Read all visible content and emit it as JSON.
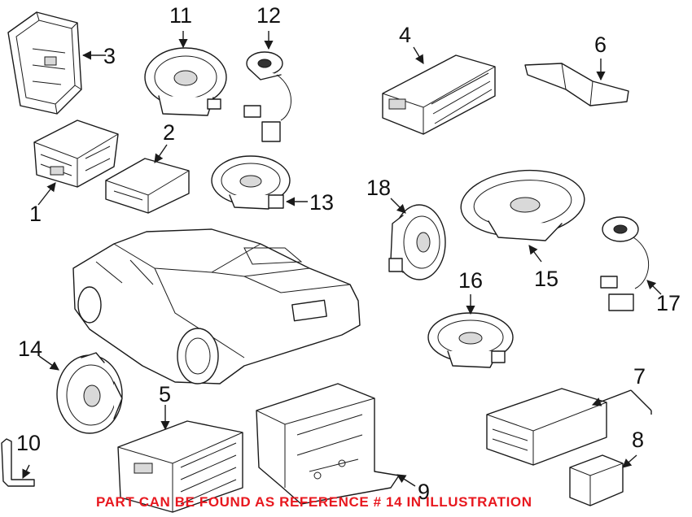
{
  "diagram": {
    "callouts": [
      {
        "id": "1",
        "label": "1"
      },
      {
        "id": "2",
        "label": "2"
      },
      {
        "id": "3",
        "label": "3"
      },
      {
        "id": "4",
        "label": "4"
      },
      {
        "id": "5",
        "label": "5"
      },
      {
        "id": "6",
        "label": "6"
      },
      {
        "id": "7",
        "label": "7"
      },
      {
        "id": "8",
        "label": "8"
      },
      {
        "id": "9",
        "label": "9"
      },
      {
        "id": "10",
        "label": "10"
      },
      {
        "id": "11",
        "label": "11"
      },
      {
        "id": "12",
        "label": "12"
      },
      {
        "id": "13",
        "label": "13"
      },
      {
        "id": "14",
        "label": "14"
      },
      {
        "id": "15",
        "label": "15"
      },
      {
        "id": "16",
        "label": "16"
      },
      {
        "id": "17",
        "label": "17"
      },
      {
        "id": "18",
        "label": "18"
      }
    ],
    "note": "PART CAN BE FOUND AS REFERENCE # 14 IN ILLUSTRATION",
    "note_color": "#e8181f"
  }
}
